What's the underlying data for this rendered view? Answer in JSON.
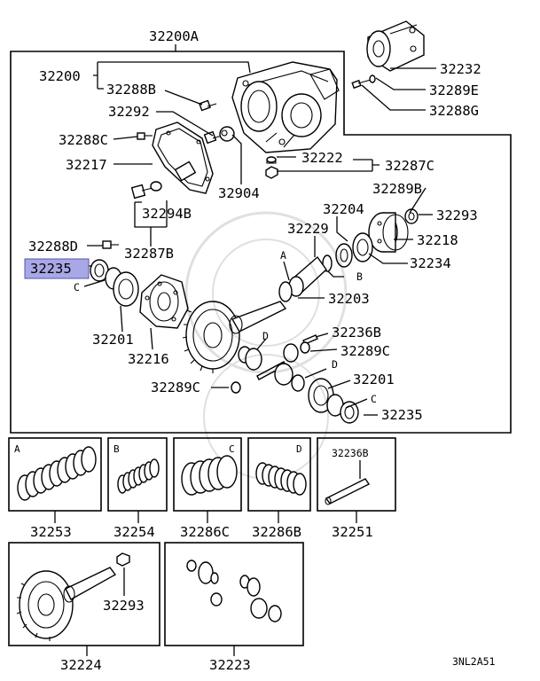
{
  "labels": {
    "assembly": "32200A",
    "housing": "32200",
    "housing_bolt": "32288B",
    "cover_plug": "32292",
    "cover_bolt": "32288C",
    "cover": "32217",
    "breather": "32904",
    "drain_plug": "32294B",
    "bolt_d": "32288D",
    "plug_kit": "32287B",
    "nut_set": "32287C",
    "nut": "32222",
    "mount_bush": "32232",
    "washer_e": "32289E",
    "bolt_g": "32288G",
    "washer_b": "32289B",
    "flange_nut": "32293",
    "spacer": "32204",
    "pinion_seal": "32229",
    "flange": "32218",
    "bearing_pinion": "32234",
    "shim_pinion": "32203",
    "bearing_side_l": "32235",
    "bearing_cup_l": "32201",
    "case": "32216",
    "pin_lock": "32236B",
    "washer_c": "32289C",
    "washer_c2": "32289C",
    "bearing_cup_r": "32201",
    "bearing_side_r": "32235",
    "kit_a": "32253",
    "kit_b": "32254",
    "kit_c": "32286C",
    "kit_d": "32286B",
    "kit_pin_label": "32236B",
    "kit_pin": "32251",
    "gear_set": "32224",
    "gear_set_nut": "32293",
    "diff_gear_set": "32223",
    "diagram_code": "3NL2A51"
  },
  "callouts": {
    "a": "A",
    "b": "B",
    "c": "C",
    "c2": "C",
    "d": "D",
    "d2": "D",
    "box_a": "A",
    "box_b": "B",
    "box_c": "C",
    "box_d": "D"
  },
  "highlight_color": "#a8a8e6"
}
